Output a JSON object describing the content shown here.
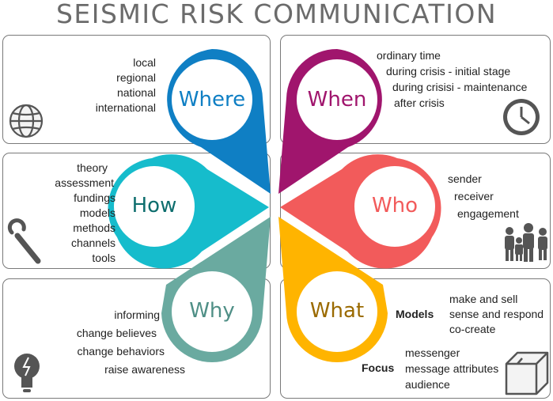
{
  "title": "SEISMIC RISK COMMUNICATION",
  "colors": {
    "where": "#0f7fc4",
    "when": "#a0156d",
    "how": "#16bccc",
    "who": "#f25b5b",
    "why": "#6aaaa0",
    "what": "#ffb400"
  },
  "petals": {
    "where": {
      "label": "Where",
      "items": [
        "local",
        "regional",
        "national",
        "international"
      ],
      "icon": "globe-icon"
    },
    "when": {
      "label": "When",
      "items": [
        "ordinary time",
        "during crisis - initial stage",
        "during crisisi - maintenance",
        "after crisis"
      ],
      "icon": "clock-icon"
    },
    "how": {
      "label": "How",
      "items": [
        "theory",
        "assessment",
        "fundings",
        "models",
        "methods",
        "channels",
        "tools"
      ],
      "icon": "wrench-icon"
    },
    "who": {
      "label": "Who",
      "items": [
        "sender",
        "receiver",
        "engagement"
      ],
      "icon": "people-icon"
    },
    "why": {
      "label": "Why",
      "items": [
        "informing",
        "change  believes",
        "change behaviors",
        "raise awareness"
      ],
      "icon": "lightbulb-icon"
    },
    "what": {
      "label": "What",
      "models_label": "Models",
      "models": [
        "make and sell",
        "sense and respond",
        "co-create"
      ],
      "focus_label": "Focus",
      "focus": [
        "messenger",
        "message attributes",
        "audience"
      ],
      "icon": "box-icon"
    }
  }
}
